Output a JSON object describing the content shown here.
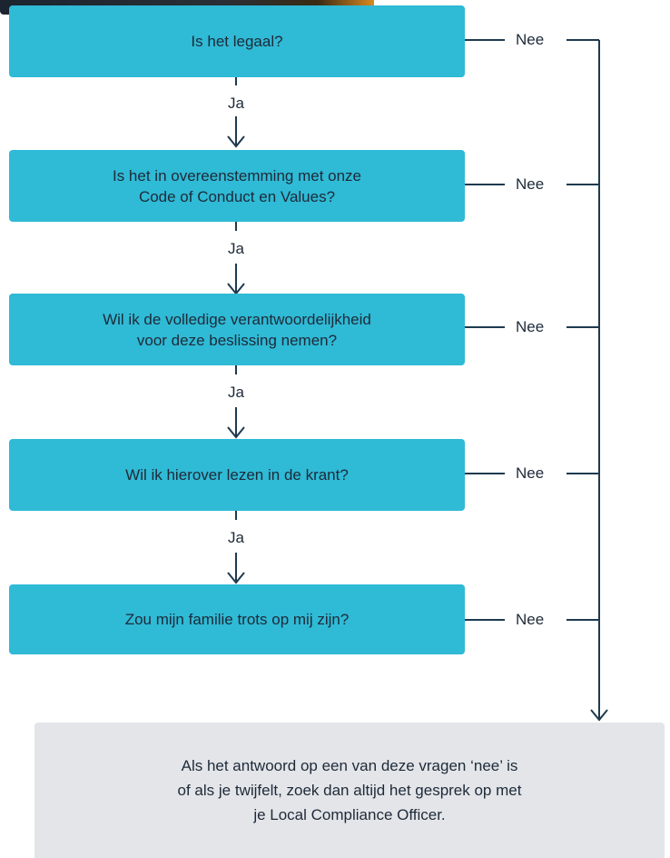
{
  "questions": [
    {
      "lines": [
        "Is het legaal?"
      ]
    },
    {
      "lines": [
        "Is het in overeenstemming met onze",
        "Code of Conduct en Values?"
      ]
    },
    {
      "lines": [
        "Wil ik de volledige verantwoordelijkheid",
        "voor deze beslissing nemen?"
      ]
    },
    {
      "lines": [
        "Wil ik hierover lezen in de krant?"
      ]
    },
    {
      "lines": [
        "Zou mijn familie trots op mij zijn?"
      ]
    }
  ],
  "yes_label": "Ja",
  "no_label": "Nee",
  "result": {
    "lines": [
      "Als het antwoord op een van deze vragen ‘nee’ is",
      "of als je twijfelt, zoek dan altijd het gesprek op met",
      "je Local Compliance Officer."
    ]
  },
  "colors": {
    "question_box": "#2fbad6",
    "result_box": "#e3e5e9",
    "line": "#1e3a4f",
    "text": "#1e2a38"
  }
}
